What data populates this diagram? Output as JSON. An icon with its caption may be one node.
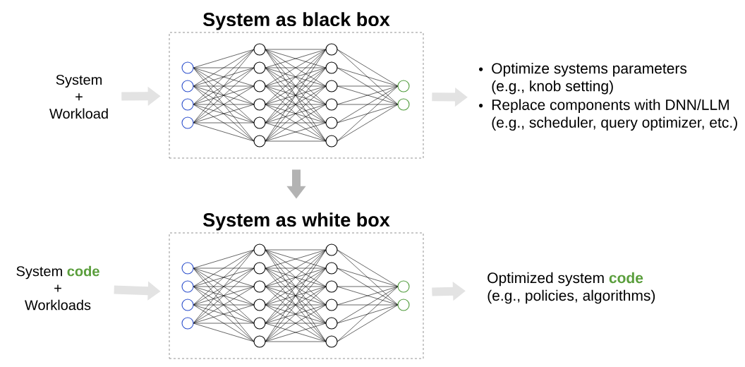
{
  "diagram": {
    "nodes": [
      {
        "text": [
          "System as black box"
        ]
      },
      {
        "text": [
          "System",
          "+",
          "Workload"
        ]
      },
      {
        "text": [
          "Optimize systems parameters (e.g., knob setting)",
          "Replace components with DNN/LLM (e.g., scheduler, query optimizer, etc.)"
        ]
      },
      {
        "text": [
          "System as white box"
        ]
      },
      {
        "text": [
          "System **code**",
          "+",
          "Workloads"
        ]
      },
      {
        "text": [
          "Optimized system **code**",
          "(e.g., policies, algorithms)"
        ]
      }
    ],
    "edges": [
      {
        "from": 1,
        "to": 0,
        "arrow": "to"
      },
      {
        "from": 0,
        "to": 2,
        "arrow": "to"
      },
      {
        "from": 0,
        "to": 3,
        "arrow": "to",
        "color": "#b3b3b3"
      },
      {
        "from": 4,
        "to": 3,
        "arrow": "to"
      },
      {
        "from": 3,
        "to": 5,
        "arrow": "to"
      }
    ]
  }
}
